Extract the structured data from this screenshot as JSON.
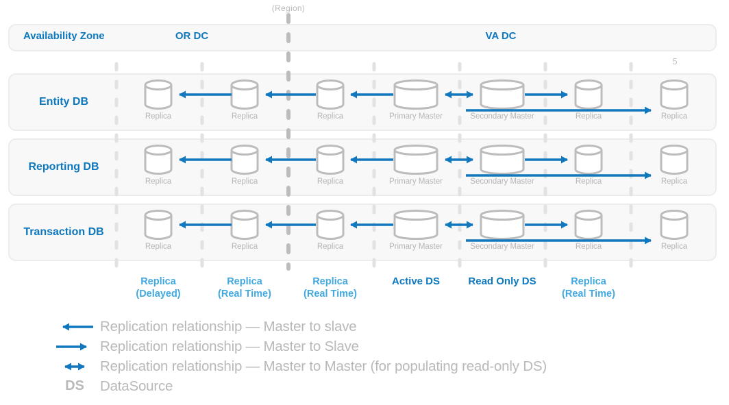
{
  "region_label": "(Region)",
  "page_number": "5",
  "availability_zone": {
    "title": "Availability Zone",
    "or_dc": "OR DC",
    "va_dc": "VA DC"
  },
  "rows": [
    {
      "label": "Entity DB",
      "nodes": [
        "Replica",
        "Replica",
        "Replica",
        "Primary Master",
        "Secondary Master",
        "Replica",
        "Replica"
      ]
    },
    {
      "label": "Reporting DB",
      "nodes": [
        "Replica",
        "Replica",
        "Replica",
        "Primary Master",
        "Secondary Master",
        "Replica",
        "Replica"
      ]
    },
    {
      "label": "Transaction DB",
      "nodes": [
        "Replica",
        "Replica",
        "Replica",
        "Primary Master",
        "Secondary Master",
        "Replica",
        "Replica"
      ]
    }
  ],
  "roles": [
    {
      "line1": "Replica",
      "line2": "(Delayed)"
    },
    {
      "line1": "Replica",
      "line2": "(Real Time)"
    },
    {
      "line1": "Replica",
      "line2": "(Real Time)"
    },
    {
      "line1": "Active DS",
      "line2": ""
    },
    {
      "line1": "Read Only DS",
      "line2": ""
    },
    {
      "line1": "Replica",
      "line2": "(Real Time)"
    }
  ],
  "legend": {
    "items": [
      {
        "text": "Replication relationship — Master to slave"
      },
      {
        "text": "Replication relationship — Master to Slave"
      },
      {
        "text": "Replication relationship — Master to Master (for populating read-only DS)"
      },
      {
        "symbol": "DS",
        "text": "DataSource"
      }
    ]
  },
  "colors": {
    "accent_blue": "#0d78bd",
    "light_blue": "#41a8e0",
    "arrow_blue": "#1178bf",
    "muted_gray": "#b5b5b5",
    "legend_gray": "#b9b9b9"
  }
}
